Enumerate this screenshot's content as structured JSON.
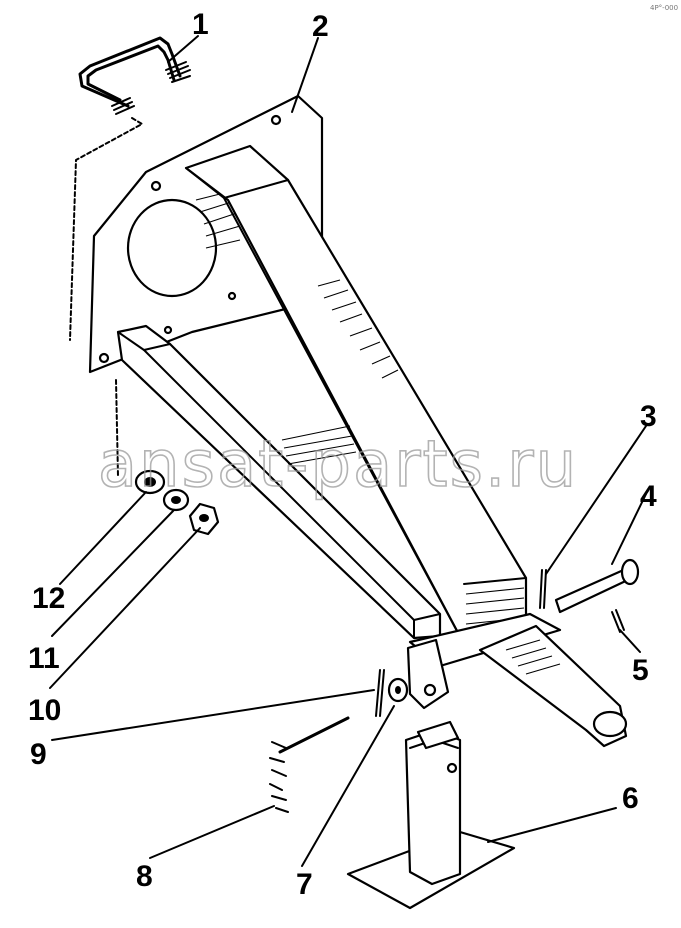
{
  "watermark": "ansat-parts.ru",
  "corner_mark": "4P°-000",
  "callouts": [
    {
      "id": "1",
      "text": "1"
    },
    {
      "id": "2",
      "text": "2"
    },
    {
      "id": "3",
      "text": "3"
    },
    {
      "id": "4",
      "text": "4"
    },
    {
      "id": "5",
      "text": "5"
    },
    {
      "id": "6",
      "text": "6"
    },
    {
      "id": "7",
      "text": "7"
    },
    {
      "id": "8",
      "text": "8"
    },
    {
      "id": "9",
      "text": "9"
    },
    {
      "id": "10",
      "text": "10"
    },
    {
      "id": "11",
      "text": "11"
    },
    {
      "id": "12",
      "text": "12"
    }
  ]
}
